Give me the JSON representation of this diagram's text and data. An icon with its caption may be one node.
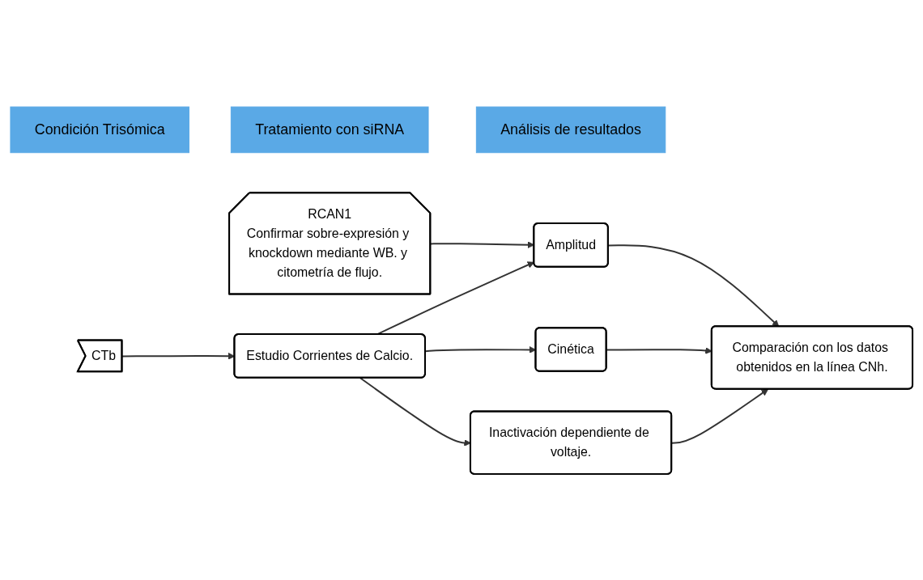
{
  "diagram": {
    "nodes": [
      {
        "text": [
          "Condición Trisómica"
        ]
      },
      {
        "text": [
          "Tratamiento con siRNA"
        ]
      },
      {
        "text": [
          "Análisis de resultados"
        ]
      },
      {
        "text": [
          "RCAN1",
          "Confirmar sobre-expresión y knockdown mediante WB. y citometría de flujo."
        ]
      },
      {
        "text": [
          "CTb"
        ]
      },
      {
        "text": [
          "Estudio Corrientes de Calcio."
        ]
      },
      {
        "text": [
          "Amplitud"
        ]
      },
      {
        "text": [
          "Cinética"
        ]
      },
      {
        "text": [
          "Inactivación dependiente de voltaje."
        ]
      },
      {
        "text": [
          "Comparación con los datos obtenidos en la línea CNh."
        ]
      }
    ],
    "edges": [
      {
        "from": 4,
        "to": 5,
        "arrow": "to"
      },
      {
        "from": 3,
        "to": 6,
        "arrow": "to"
      },
      {
        "from": 5,
        "to": 6,
        "arrow": "to"
      },
      {
        "from": 5,
        "to": 7,
        "arrow": "to"
      },
      {
        "from": 5,
        "to": 8,
        "arrow": "to"
      },
      {
        "from": 6,
        "to": 9,
        "arrow": "to"
      },
      {
        "from": 7,
        "to": 9,
        "arrow": "to"
      },
      {
        "from": 8,
        "to": 9,
        "arrow": "to"
      }
    ]
  }
}
